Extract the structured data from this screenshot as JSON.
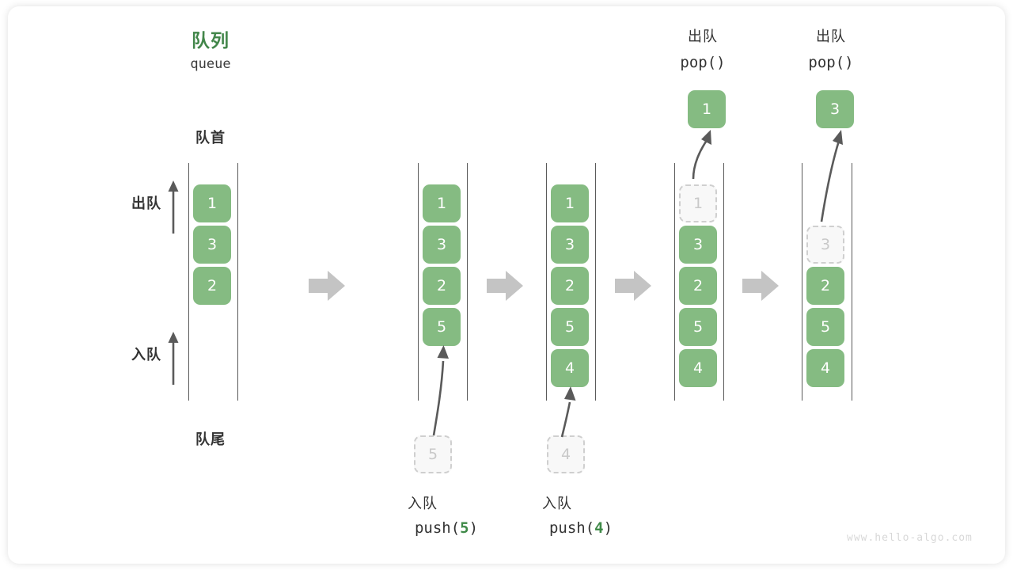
{
  "meta": {
    "watermark": "www.hello-algo.com",
    "colors": {
      "accent_green": "#42864a",
      "cell_green": "#85bb82",
      "ghost_fill": "#f8f8f8",
      "ghost_border": "#cfcfcf",
      "arrow_gray": "#c4c4c4",
      "text_dark": "#333333"
    }
  },
  "header": {
    "title_cn": "队列",
    "title_en": "queue"
  },
  "side_labels": {
    "front": "队首",
    "rear": "队尾",
    "dequeue": "出队",
    "enqueue": "入队"
  },
  "steps": [
    {
      "id": "step-1",
      "cells": [
        "1",
        "3",
        "2"
      ],
      "ghost_index": -1,
      "incoming": null,
      "popped": null,
      "caption_cn": "",
      "caption_code": ""
    },
    {
      "id": "step-2",
      "cells": [
        "1",
        "3",
        "2",
        "5"
      ],
      "ghost_index": -1,
      "incoming": "5",
      "popped": null,
      "caption_cn": "入队",
      "caption_code_prefix": "push(",
      "caption_code_num": "5",
      "caption_code_suffix": ")"
    },
    {
      "id": "step-3",
      "cells": [
        "1",
        "3",
        "2",
        "5",
        "4"
      ],
      "ghost_index": -1,
      "incoming": "4",
      "popped": null,
      "caption_cn": "入队",
      "caption_code_prefix": "push(",
      "caption_code_num": "4",
      "caption_code_suffix": ")"
    },
    {
      "id": "step-4",
      "cells": [
        "1",
        "3",
        "2",
        "5",
        "4"
      ],
      "ghost_index": 0,
      "incoming": null,
      "popped": "1",
      "caption_cn": "出队",
      "caption_code": "pop()"
    },
    {
      "id": "step-5",
      "cells": [
        "3",
        "2",
        "5",
        "4"
      ],
      "ghost_index": 0,
      "incoming": null,
      "popped": "3",
      "caption_cn": "出队",
      "caption_code": "pop()"
    }
  ]
}
